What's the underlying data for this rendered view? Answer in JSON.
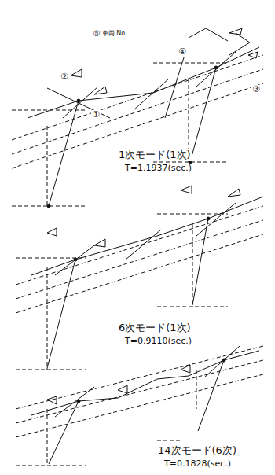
{
  "diagram": {
    "labels": [
      "Ⓝ:車両 No.",
      "④",
      "③",
      "②",
      "①",
      "1次モード(1次)",
      "T=1.1937(sec.)",
      "6次モード(1次)",
      "T=0.9110(sec.)",
      "14次モード(6次)",
      "T=0.1828(sec.)"
    ]
  }
}
